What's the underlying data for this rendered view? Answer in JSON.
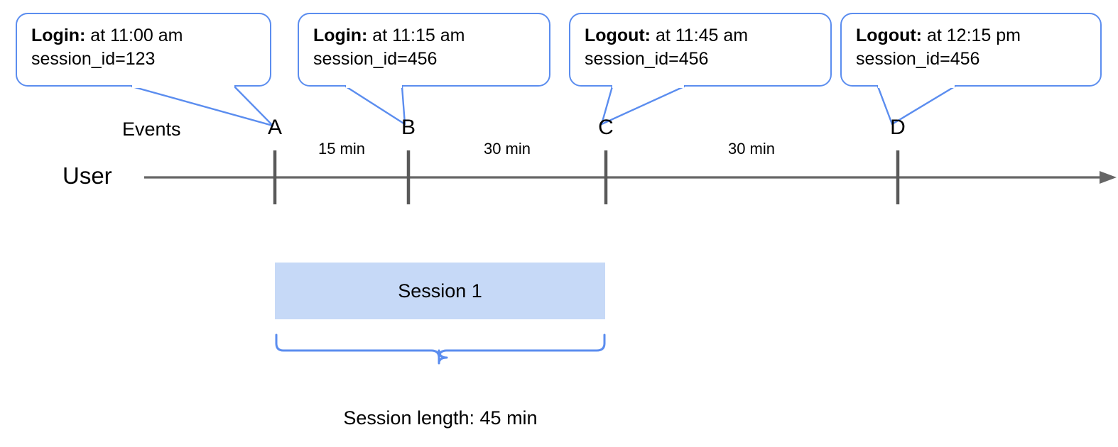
{
  "diagram": {
    "title_row_label": "User",
    "events_row_label": "Events"
  },
  "callouts": [
    {
      "name": "callout-a",
      "bold_label": "Login:",
      "time_text": " at 11:00 am",
      "detail": "session_id=123"
    },
    {
      "name": "callout-b",
      "bold_label": "Login:",
      "time_text": " at 11:15 am",
      "detail": "session_id=456"
    },
    {
      "name": "callout-c",
      "bold_label": "Logout:",
      "time_text": " at 11:45 am",
      "detail": "session_id=456"
    },
    {
      "name": "callout-d",
      "bold_label": "Logout:",
      "time_text": " at 12:15 pm",
      "detail": "session_id=456"
    }
  ],
  "events": [
    {
      "id": "A",
      "label": "A"
    },
    {
      "id": "B",
      "label": "B"
    },
    {
      "id": "C",
      "label": "C"
    },
    {
      "id": "D",
      "label": "D"
    }
  ],
  "intervals": [
    {
      "from": "A",
      "to": "B",
      "label": "15 min"
    },
    {
      "from": "B",
      "to": "C",
      "label": "30 min"
    },
    {
      "from": "C",
      "to": "D",
      "label": "30 min"
    }
  ],
  "session": {
    "bar_label": "Session 1",
    "length_label": "Session length: 45 min"
  },
  "colors": {
    "callout_border": "#5b8def",
    "brace": "#5b8def",
    "session_fill": "#c6d9f7",
    "axis": "#666666",
    "tick": "#595959",
    "text": "#000000"
  }
}
